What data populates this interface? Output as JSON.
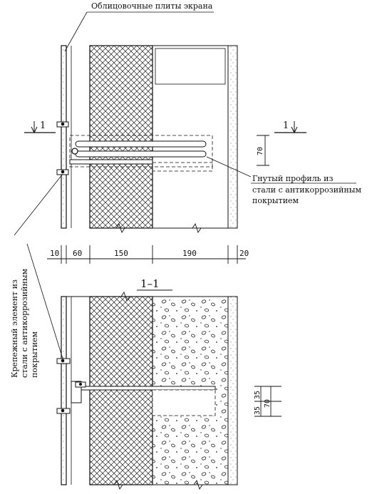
{
  "labels": {
    "cladding_plates": "Облицовочные плиты экрана",
    "bent_profile": [
      "Гнутый профиль из",
      "стали с антикоррозийным",
      "покрытием"
    ],
    "fastening_element": [
      "Крепежный элемент из",
      "стали с антикоррозийным",
      "покрытием"
    ]
  },
  "section_marks": {
    "left": "1",
    "right": "1",
    "title": "1–1"
  },
  "dimensions": {
    "layers": [
      "10",
      "60",
      "150",
      "190",
      "20"
    ],
    "profile_height_top": "70",
    "profile_half_a": "35",
    "profile_half_b": "35",
    "profile_height_bottom": "70"
  },
  "colors": {
    "ink": "#111111",
    "background": "#ffffff"
  }
}
